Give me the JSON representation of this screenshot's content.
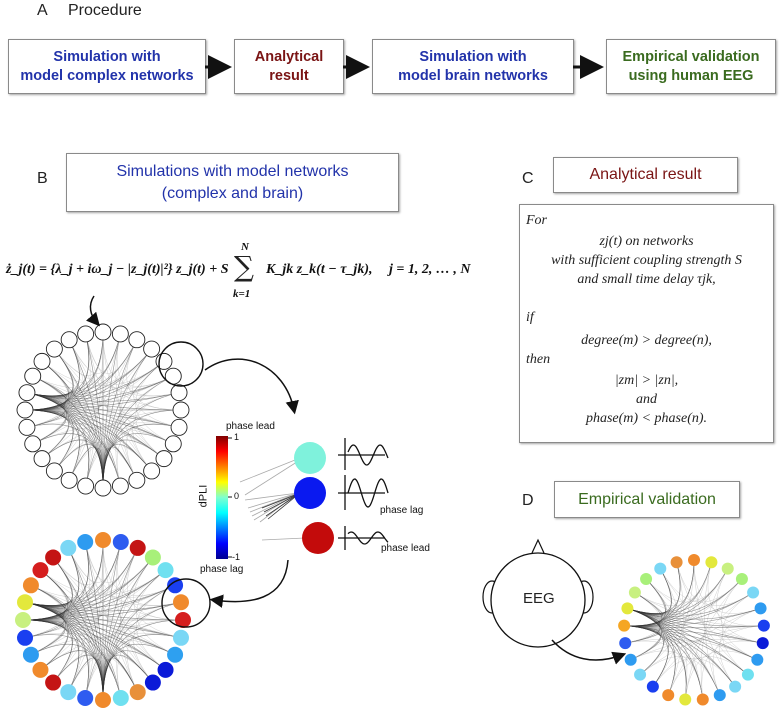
{
  "panelA": {
    "letter": "A",
    "title": "Procedure",
    "steps": [
      {
        "line1": "Simulation with",
        "line2": "model complex networks",
        "color": "#2233aa"
      },
      {
        "line1": "Analytical",
        "line2": "result",
        "color": "#7a1414"
      },
      {
        "line1": "Simulation with",
        "line2": "model brain networks",
        "color": "#2233aa"
      },
      {
        "line1": "Empirical validation",
        "line2": "using human EEG",
        "color": "#3a6b1f"
      }
    ]
  },
  "panelB": {
    "letter": "B",
    "title_line1": "Simulations with model networks",
    "title_line2": "(complex and brain)",
    "equation": {
      "lhs": "ż_j(t) = {λ_j + iω_j − |z_j(t)|²} z_j(t) + S",
      "sum_top": "N",
      "sum_symbol": "∑",
      "sum_bottom": "k=1",
      "rhs": "K_jk z_k(t − τ_jk),",
      "index": "j = 1, 2, … , N"
    },
    "colorbar": {
      "label": "dPLI",
      "top_tick": "1",
      "mid_tick": "0",
      "bottom_tick": "-1",
      "top_caption": "phase lead",
      "bottom_caption": "phase lag"
    },
    "wave_labels": {
      "middle": "phase lag",
      "bottom": "phase lead"
    },
    "colors": {
      "cyan_node": "#7ff2dc",
      "blue_node": "#0a19f0",
      "red_node": "#c30b0b"
    }
  },
  "panelC": {
    "letter": "C",
    "title": "Analytical result",
    "lines": [
      "For",
      "zj(t) on networks",
      "with sufficient coupling strength S",
      "and small time delay τjk,",
      "if",
      "degree(m) > degree(n),",
      "then",
      "|zm| > |zn|,",
      "and",
      "phase(m) < phase(n)."
    ]
  },
  "panelD": {
    "letter": "D",
    "title": "Empirical validation",
    "head_label": "EEG"
  }
}
